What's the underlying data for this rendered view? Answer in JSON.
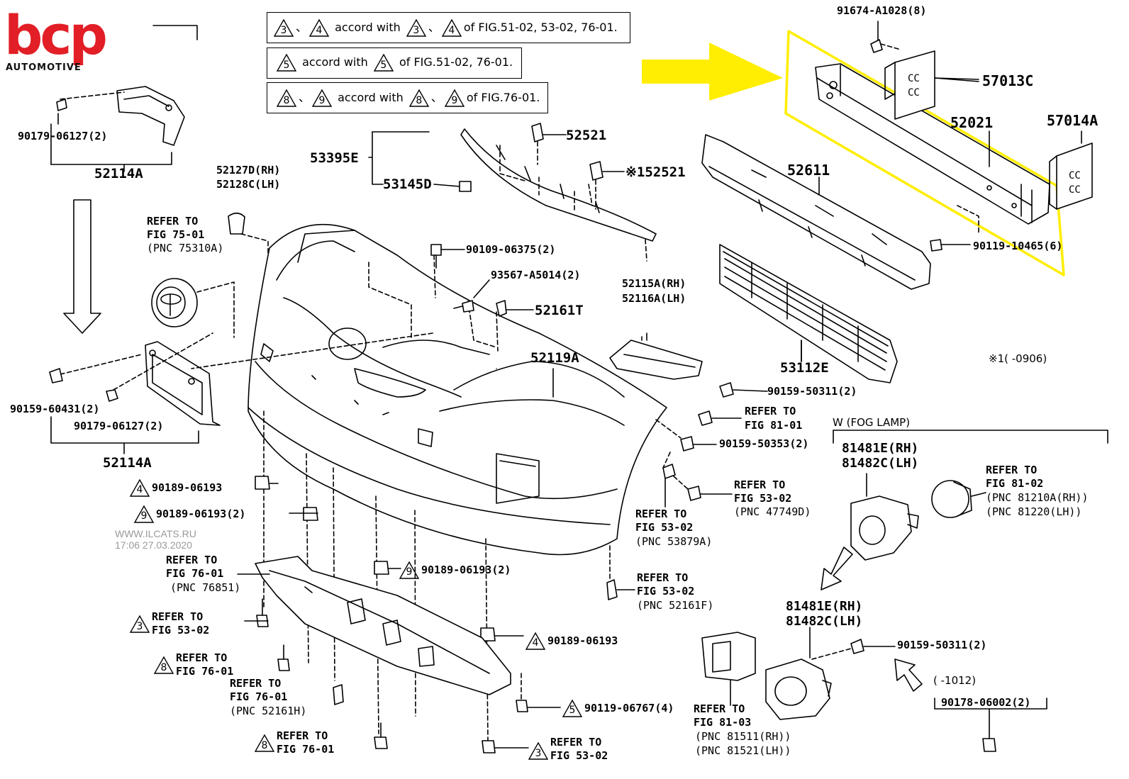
{
  "logo": {
    "brand": "bcp",
    "subtitle": "AUTOMOTIVE"
  },
  "watermark": {
    "site": "WWW.ILCATS.RU",
    "timestamp": "17:06 27.03.2020"
  },
  "notes": {
    "note1": {
      "a": "3",
      "b": "4",
      "text": "accord with",
      "c": "3",
      "d": "4",
      "ref": "of FIG.51-02, 53-02, 76-01."
    },
    "note2": {
      "a": "5",
      "text": "accord with",
      "b": "5",
      "ref": "of FIG.51-02, 76-01."
    },
    "note3": {
      "a": "8",
      "b": "9",
      "text": "accord with",
      "c": "8",
      "d": "9",
      "ref": "of FIG.76-01."
    }
  },
  "labels": {
    "p91674": "91674-A1028(8)",
    "p57013c": "57013C",
    "p52021": "52021",
    "p57014a": "57014A",
    "p52611": "52611",
    "p90119_10465": "90119-10465(6)",
    "p53112e": "53112E",
    "p52521": "52521",
    "p152521": "※152521",
    "p53395e": "53395E",
    "p53145d": "53145D",
    "p52127d": "52127D(RH)",
    "p52128c": "52128C(LH)",
    "p90179_top": "90179-06127(2)",
    "p52114a_top": "52114A",
    "refer75_1": "REFER TO",
    "refer75_2": "FIG 75-01",
    "refer75_3": "(PNC 75310A)",
    "p90109": "90109-06375(2)",
    "p93567": "93567-A5014(2)",
    "p52161t": "52161T",
    "p52115a": "52115A(RH)",
    "p52116a": "52116A(LH)",
    "p52119a": "52119A",
    "note_star": "※1(     -0906)",
    "p90159_50311a": "90159-50311(2)",
    "refer8101_1": "REFER TO",
    "refer8101_2": "FIG 81-01",
    "p90159_50353": "90159-50353(2)",
    "p90159_60431": "90159-60431(2)",
    "p90179_bot": "90179-06127(2)",
    "p52114a_bot": "52114A",
    "fog_header": "W (FOG LAMP)",
    "p81481e_a": "81481E(RH)",
    "p81482c_a": "81482C(LH)",
    "refer8102_1": "REFER TO",
    "refer8102_2": "FIG 81-02",
    "refer8102_3": "(PNC 81210A(RH))",
    "refer8102_4": "(PNC 81220(LH))",
    "refer47749_1": "REFER TO",
    "refer47749_2": "FIG 53-02",
    "refer47749_3": "(PNC 47749D)",
    "refer53879_1": "REFER TO",
    "refer53879_2": "FIG 53-02",
    "refer53879_3": "(PNC 53879A)",
    "p90189_a_num": "4",
    "p90189_a": "90189-06193",
    "p90189_b_num": "9",
    "p90189_b": "90189-06193(2)",
    "refer7601a_1": "REFER TO",
    "refer7601a_2": "FIG 76-01",
    "refer7601a_3": "(PNC 76851)",
    "p90189_c_num": "9",
    "p90189_c": "90189-06193(2)",
    "refer52161f_1": "REFER TO",
    "refer52161f_2": "FIG 53-02",
    "refer52161f_3": "(PNC 52161F)",
    "refer5302a_num": "3",
    "refer5302a_1": "REFER TO",
    "refer5302a_2": "FIG 53-02",
    "refer7601b_num": "8",
    "refer7601b_1": "REFER TO",
    "refer7601b_2": "FIG 76-01",
    "refer52161h_1": "REFER TO",
    "refer52161h_2": "FIG 76-01",
    "refer52161h_3": "(PNC 52161H)",
    "p90189_d_num": "4",
    "p90189_d": "90189-06193",
    "p90119_06767_num": "5",
    "p90119_06767": "90119-06767(4)",
    "refer7601c_num": "8",
    "refer7601c_1": "REFER TO",
    "refer7601c_2": "FIG 76-01",
    "refer5302b_num": "3",
    "refer5302b_1": "REFER TO",
    "refer5302b_2": "FIG 53-02",
    "p81481e_b": "81481E(RH)",
    "p81482c_b": "81482C(LH)",
    "p90159_50311b": "90159-50311(2)",
    "note_1012": "(     -1012)",
    "p90178": "90178-06002(2)",
    "refer8103_1": "REFER TO",
    "refer8103_2": "FIG 81-03",
    "refer8103_3": "(PNC 81511(RH))",
    "refer8103_4": "(PNC 81521(LH))"
  },
  "colors": {
    "logo_red": "#e21e26",
    "highlight_yellow": "#ffee00",
    "line": "#000000"
  }
}
